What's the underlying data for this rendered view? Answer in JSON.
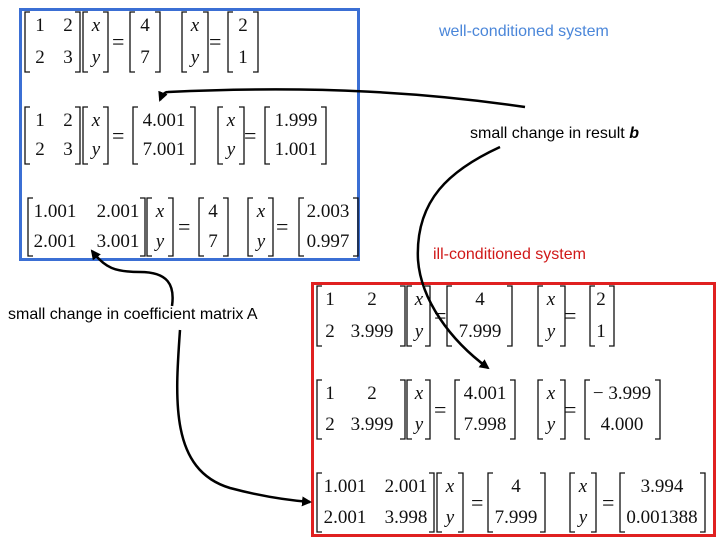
{
  "labels": {
    "well_conditioned": "well-conditioned system",
    "ill_conditioned": "ill-conditioned system",
    "change_b_prefix": "small change in result ",
    "change_b_var": "b",
    "change_a": "small change in coefficient matrix A"
  },
  "colors": {
    "well_border": "#3b6fd4",
    "well_text": "#4a86d9",
    "ill_border": "#e02020",
    "ill_text": "#d01818",
    "arrow": "#000000"
  },
  "well": {
    "row1": {
      "A": [
        [
          "1",
          "2"
        ],
        [
          "2",
          "3"
        ]
      ],
      "x": [
        "x",
        "y"
      ],
      "b": [
        "4",
        "7"
      ],
      "sol": [
        "2",
        "1"
      ]
    },
    "row2": {
      "A": [
        [
          "1",
          "2"
        ],
        [
          "2",
          "3"
        ]
      ],
      "x": [
        "x",
        "y"
      ],
      "b": [
        "4.001",
        "7.001"
      ],
      "sol": [
        "1.999",
        "1.001"
      ]
    },
    "row3": {
      "A": [
        [
          "1.001",
          "2.001"
        ],
        [
          "2.001",
          "3.001"
        ]
      ],
      "x": [
        "x",
        "y"
      ],
      "b": [
        "4",
        "7"
      ],
      "sol": [
        "2.003",
        "0.997"
      ]
    }
  },
  "ill": {
    "row1": {
      "A": [
        [
          "1",
          "2"
        ],
        [
          "2",
          "3.999"
        ]
      ],
      "x": [
        "x",
        "y"
      ],
      "b": [
        "4",
        "7.999"
      ],
      "sol": [
        "2",
        "1"
      ]
    },
    "row2": {
      "A": [
        [
          "1",
          "2"
        ],
        [
          "2",
          "3.999"
        ]
      ],
      "x": [
        "x",
        "y"
      ],
      "b": [
        "4.001",
        "7.998"
      ],
      "sol": [
        "− 3.999",
        "4.000"
      ]
    },
    "row3": {
      "A": [
        [
          "1.001",
          "2.001"
        ],
        [
          "2.001",
          "3.998"
        ]
      ],
      "x": [
        "x",
        "y"
      ],
      "b": [
        "4",
        "7.999"
      ],
      "sol": [
        "3.994",
        "0.001388"
      ]
    }
  },
  "equals": "="
}
